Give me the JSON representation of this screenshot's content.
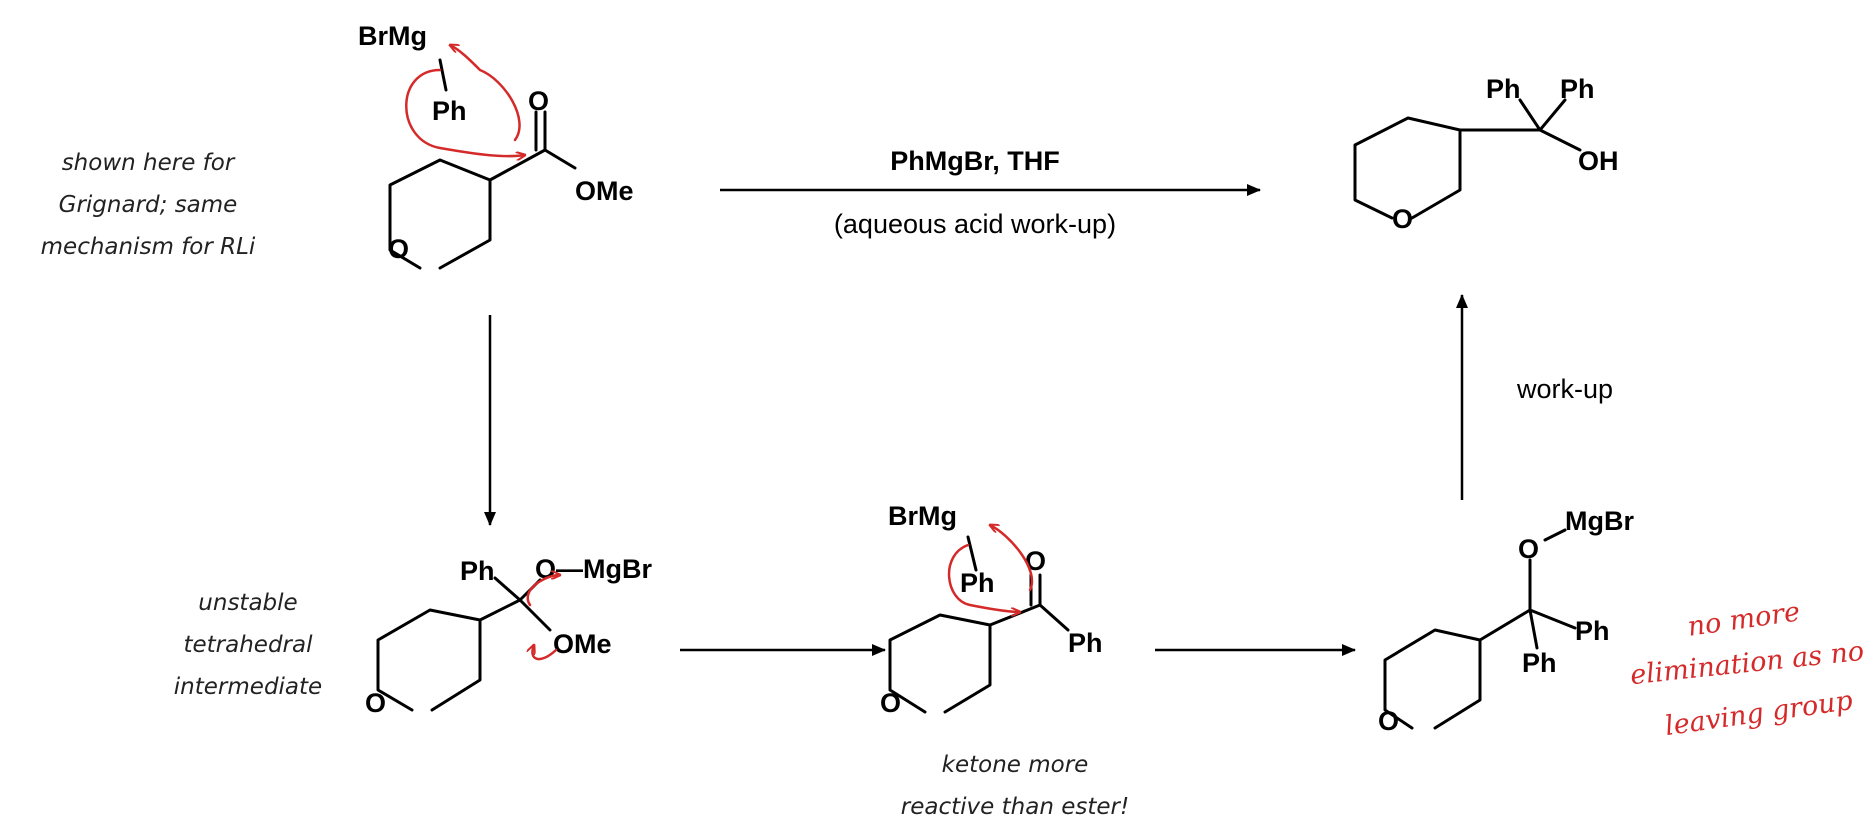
{
  "atoms": {
    "brmg": "BrMg",
    "ph": "Ph",
    "o": "O",
    "ome": "OMe",
    "oh": "OH",
    "omgbr": "MgBr",
    "dash_omgbr": "O—MgBr"
  },
  "reaction": {
    "reagent": "PhMgBr, THF",
    "condition": "(aqueous acid work-up)",
    "workup": "work-up"
  },
  "notes": {
    "grignard": [
      "shown here  for",
      "Grignard; same",
      "mechanism  for RLi"
    ],
    "tetrahedral": [
      "unstable",
      "tetrahedral",
      "intermediate"
    ],
    "ketone": [
      "ketone more",
      "reactive than ester!"
    ],
    "handwritten": [
      "no more",
      "elimination as no",
      "leaving group"
    ]
  },
  "colors": {
    "ink": "#000000",
    "annotation": "#d42a2a"
  }
}
